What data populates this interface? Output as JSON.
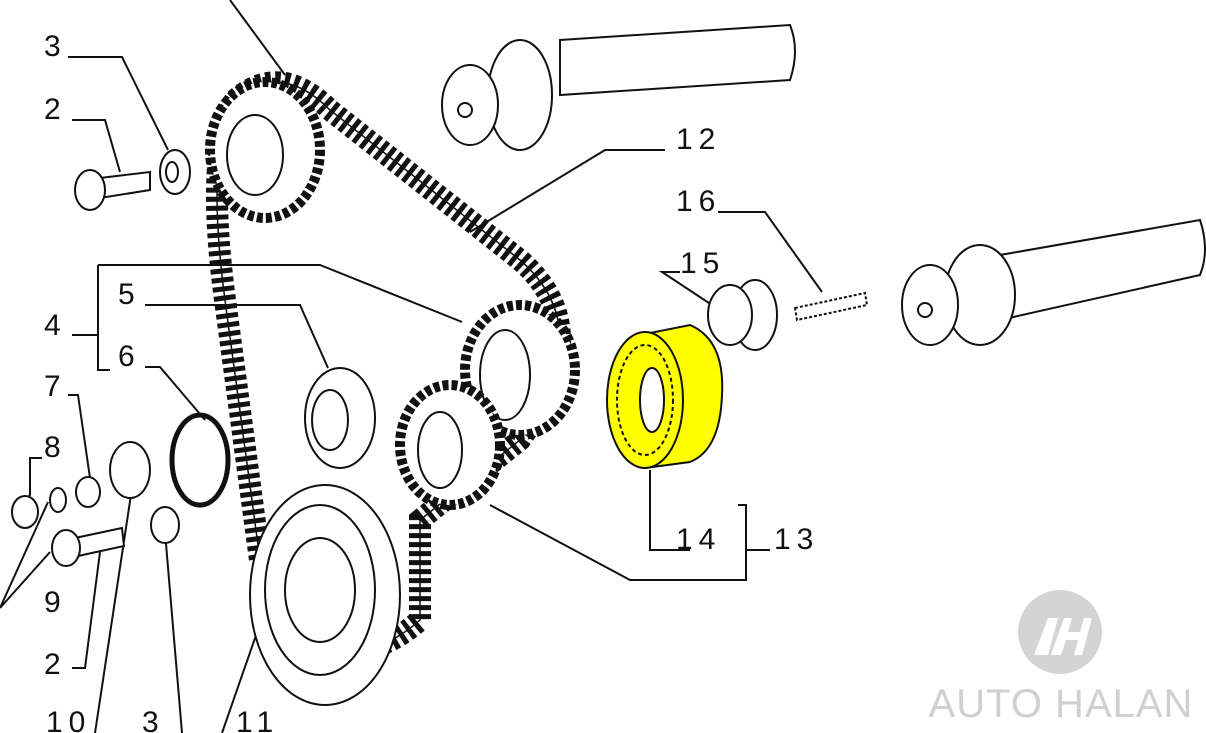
{
  "diagram": {
    "callouts": {
      "c3_top": "3",
      "c2_top": "2",
      "c12": "12",
      "c16": "16",
      "c15": "15",
      "c4": "4",
      "c5": "5",
      "c6": "6",
      "c7": "7",
      "c8": "8",
      "c9": "9",
      "c2_bottom": "2",
      "c10": "10",
      "c3_bottom": "3",
      "c11": "11",
      "c14": "14",
      "c13": "13"
    },
    "highlight_color": "#ffff00",
    "highlighted_part": "14"
  },
  "watermark": {
    "text": "AUTO HALAN",
    "monogram": "AH"
  }
}
